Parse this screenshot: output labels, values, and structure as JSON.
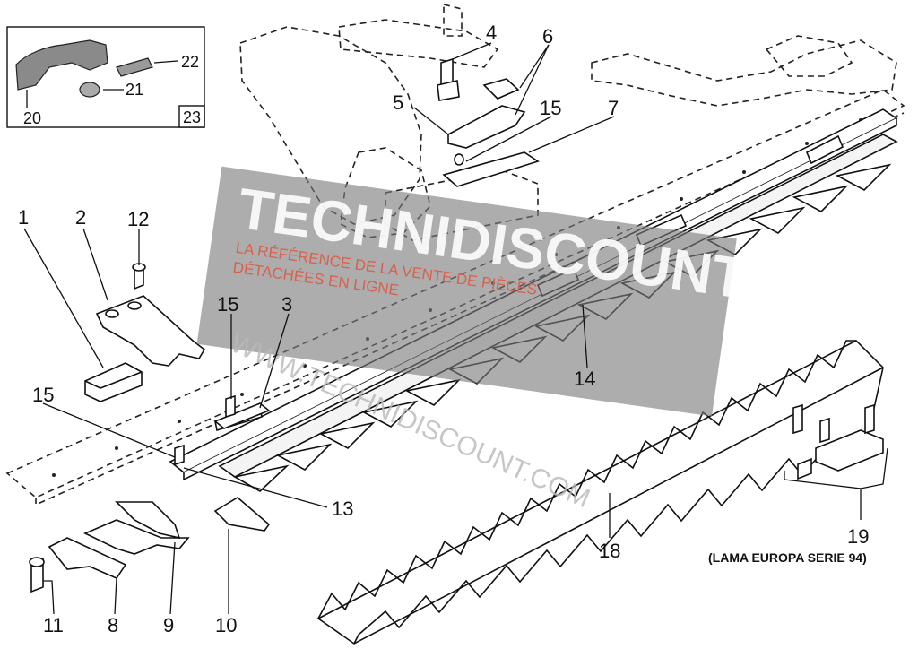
{
  "diagram": {
    "part_labels": [
      "1",
      "2",
      "3",
      "4",
      "5",
      "6",
      "7",
      "8",
      "9",
      "10",
      "11",
      "12",
      "13",
      "14",
      "15",
      "15",
      "15",
      "18",
      "19",
      "20",
      "21",
      "22",
      "23"
    ],
    "note": "(LAMA EUROPA SERIE 94)"
  },
  "watermark": {
    "brand": "TECHNIDISCOUNT",
    "tagline_1": "LA RÉFÉRENCE DE LA VENTE DE PIÈCES",
    "tagline_2": "DÉTACHÉES EN LIGNE",
    "url": "WWW.TECHNIDISCOUNT.COM"
  }
}
